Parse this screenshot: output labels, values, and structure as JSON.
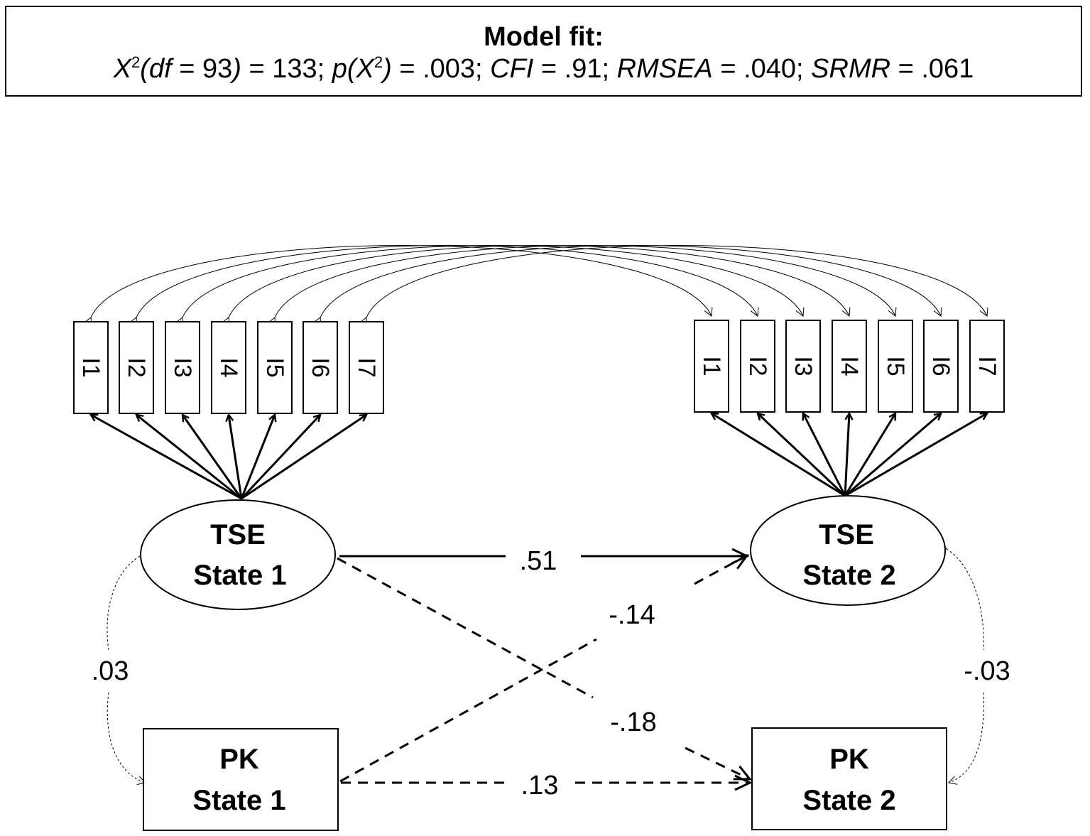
{
  "model_fit": {
    "title": "Model fit:",
    "chi_sym": "X",
    "chi_sup": "2",
    "df_label": "df",
    "df_eq": " = 93",
    "chi_val": " = 133; ",
    "p_label": "p(X",
    "p_sup": "2",
    "p_close": ")",
    "p_val": " = .003; ",
    "cfi_label": "CFI",
    "cfi_val": " = .91; ",
    "rmsea_label": "RMSEA",
    "rmsea_val": " = .040; ",
    "srmr_label": "SRMR",
    "srmr_val": " = .061"
  },
  "items_left": [
    "I1",
    "I2",
    "I3",
    "I4",
    "I5",
    "I6",
    "I7"
  ],
  "items_right": [
    "I1",
    "I2",
    "I3",
    "I4",
    "I5",
    "I6",
    "I7"
  ],
  "latent_left": {
    "line1": "TSE",
    "line2": "State 1"
  },
  "latent_right": {
    "line1": "TSE",
    "line2": "State 2"
  },
  "observed_left": {
    "line1": "PK",
    "line2": "State 1"
  },
  "observed_right": {
    "line1": "PK",
    "line2": "State 2"
  },
  "paths": {
    "tse1_tse2": ".51",
    "pk1_tse2": "-.14",
    "tse1_pk2": "-.18",
    "pk1_pk2": ".13",
    "cov_state1": ".03",
    "cov_state2": "-.03"
  }
}
